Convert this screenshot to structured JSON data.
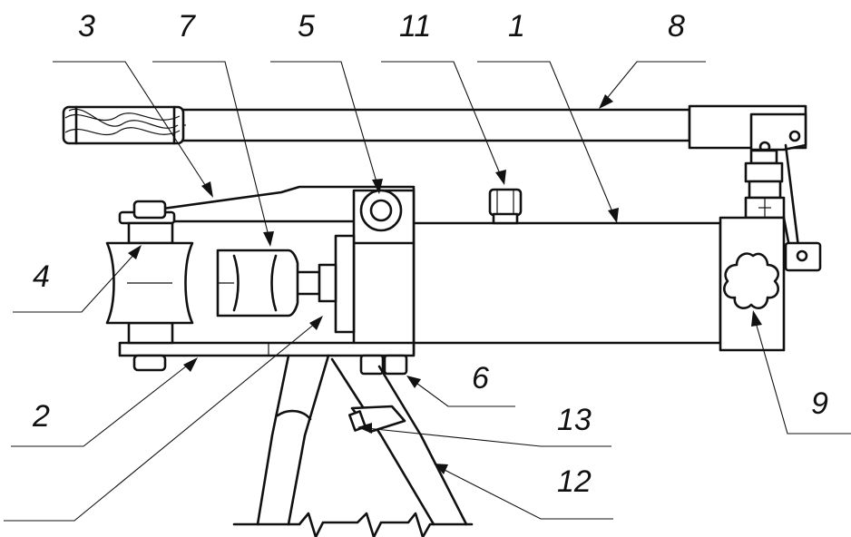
{
  "diagram": {
    "labels": {
      "l1": "1",
      "l2": "2",
      "l3": "3",
      "l4": "4",
      "l5": "5",
      "l6": "6",
      "l7": "7",
      "l8": "8",
      "l9": "9",
      "l11": "11",
      "l12": "12",
      "l13": "13"
    }
  }
}
